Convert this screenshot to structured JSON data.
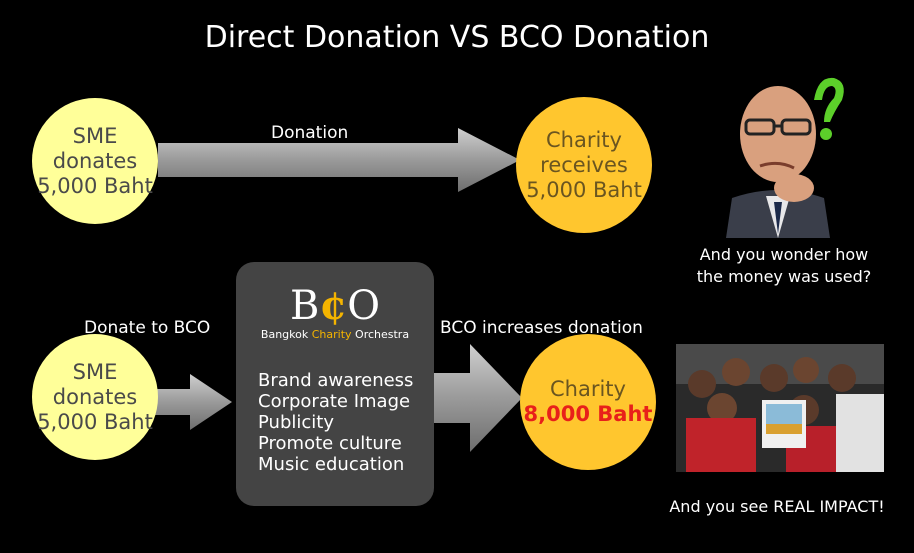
{
  "title": "Direct Donation VS BCO Donation",
  "direct": {
    "sme_lines": [
      "SME",
      "donates",
      "5,000 Baht"
    ],
    "arrow_label": "Donation",
    "charity_lines": [
      "Charity",
      "receives",
      "5,000 Baht"
    ]
  },
  "bco_flow": {
    "sme_label": "Donate to BCO",
    "sme_lines": [
      "SME",
      "donates",
      "5,000 Baht"
    ],
    "logo_letters": [
      "B",
      "¢",
      "O"
    ],
    "logo_word1": "Bangkok",
    "logo_word2": "Charity",
    "logo_word3": "Orchestra",
    "benefits": [
      "Brand awareness",
      "Corporate Image",
      "Publicity",
      "Promote culture",
      "Music education"
    ],
    "increase_label": "BCO increases donation",
    "charity_name": "Charity",
    "charity_amount": "8,000 Baht"
  },
  "captions": {
    "wonder_line1": "And you wonder how",
    "wonder_line2": "the money was used?",
    "impact": "And you see REAL IMPACT!"
  },
  "colors": {
    "sme_circle": "#ffff99",
    "charity_circle": "#ffc62e",
    "bco_box": "#444444",
    "arrow": "#a6a6a6",
    "logo_accent": "#f4b400",
    "amount_red": "#e8201a"
  }
}
